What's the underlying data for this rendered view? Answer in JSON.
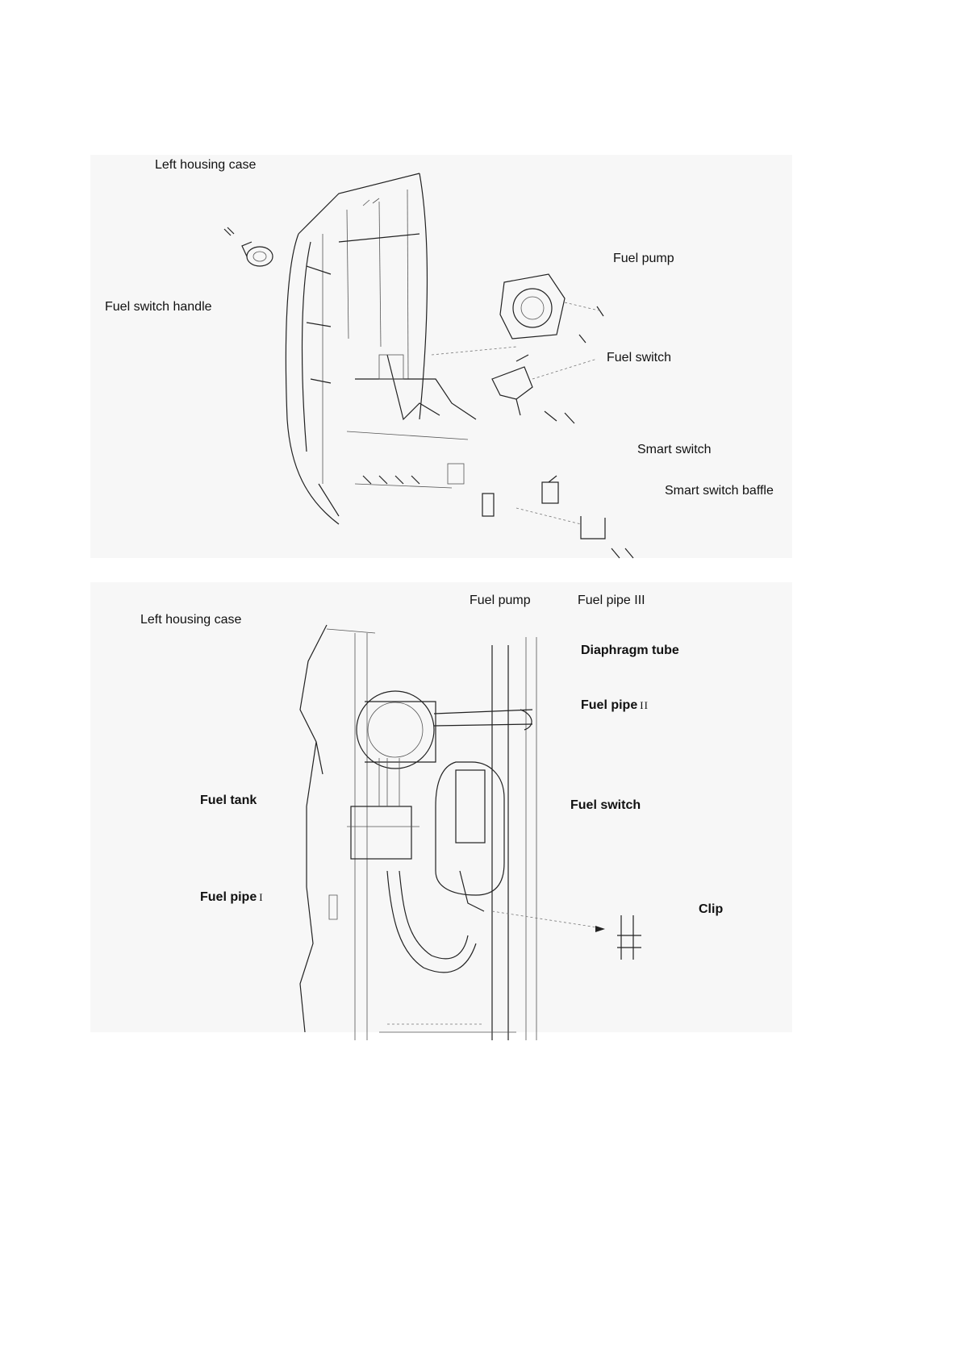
{
  "top_view": {
    "labels": {
      "left_housing_case": "Left housing case",
      "fuel_switch_handle": "Fuel switch handle",
      "fuel_pump": "Fuel pump",
      "fuel_switch": "Fuel switch",
      "smart_switch": "Smart switch",
      "smart_switch_baffle": "Smart switch baffle"
    }
  },
  "bottom_view": {
    "labels": {
      "fuel_pump": "Fuel pump",
      "fuel_pipe_iii": "Fuel pipe III",
      "left_housing_case": "Left housing case",
      "diaphragm_tube": "Diaphragm tube",
      "fuel_pipe_ii": "Fuel pipe",
      "fuel_pipe_ii_numeral": "II",
      "fuel_tank": "Fuel tank",
      "fuel_switch": "Fuel switch",
      "fuel_pipe_i": "Fuel pipe",
      "fuel_pipe_i_numeral": "I",
      "clip": "Clip"
    }
  }
}
